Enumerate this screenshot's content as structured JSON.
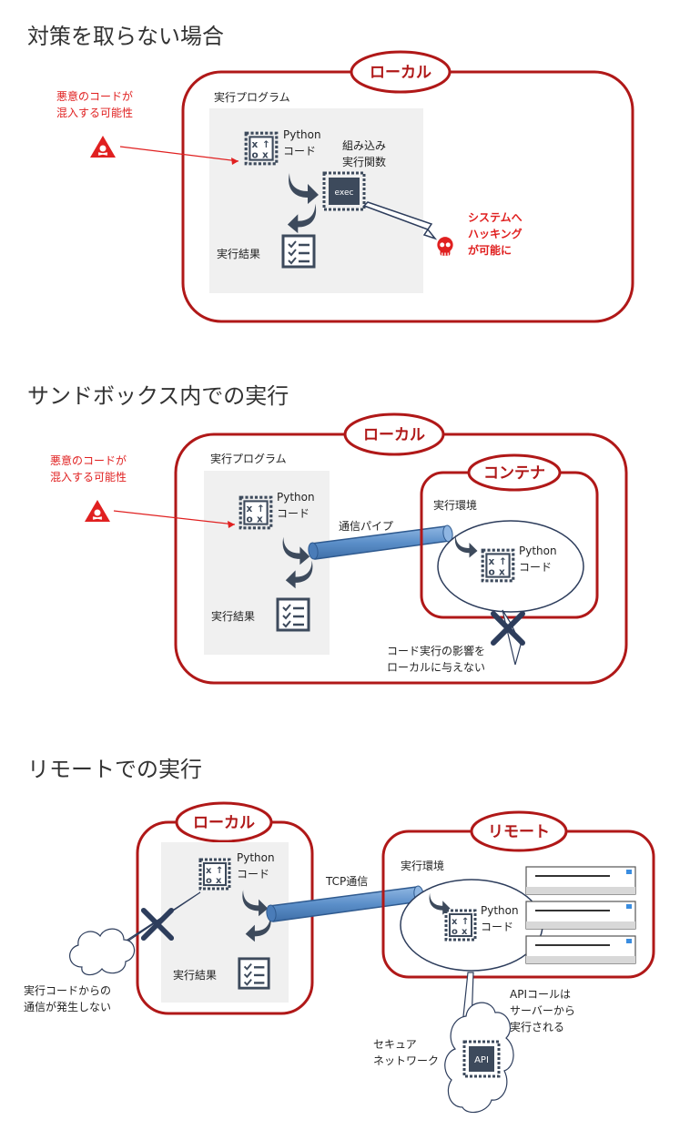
{
  "sections": [
    {
      "title": "対策を取らない場合",
      "local_label": "ローカル",
      "program_label": "実行プログラム",
      "malicious_note": [
        "悪意のコードが",
        "混入する可能性"
      ],
      "python_code": [
        "Python",
        "コード"
      ],
      "builtin": [
        "組み込み",
        "実行関数"
      ],
      "exec_label": "exec",
      "result_label": "実行結果",
      "hack_note": [
        "システムへ",
        "ハッキング",
        "が可能に"
      ]
    },
    {
      "title": "サンドボックス内での実行",
      "local_label": "ローカル",
      "program_label": "実行プログラム",
      "malicious_note": [
        "悪意のコードが",
        "混入する可能性"
      ],
      "python_code": [
        "Python",
        "コード"
      ],
      "pipe_label": "通信パイプ",
      "container_label": "コンテナ",
      "env_label": "実行環境",
      "container_code": [
        "Python",
        "コード"
      ],
      "result_label": "実行結果",
      "no_impact_note": [
        "コード実行の影響を",
        "ローカルに与えない"
      ]
    },
    {
      "title": "リモートでの実行",
      "local_label": "ローカル",
      "remote_label": "リモート",
      "python_code": [
        "Python",
        "コード"
      ],
      "tcp_label": "TCP通信",
      "env_label": "実行環境",
      "remote_code": [
        "Python",
        "コード"
      ],
      "result_label": "実行結果",
      "no_comm_note": [
        "実行コードからの",
        "通信が発生しない"
      ],
      "api_note": [
        "APIコールは",
        "サーバーから",
        "実行される"
      ],
      "secure_net": [
        "セキュア",
        "ネットワーク"
      ],
      "api_label": "API"
    }
  ],
  "colors": {
    "accent": "#b01818",
    "danger": "#e02020",
    "icon": "#3d4a5c",
    "pipe": "#5b8fc9"
  },
  "icons": [
    "warning-skull-icon",
    "python-code-icon",
    "exec-chip-icon",
    "checklist-icon",
    "skull-icon",
    "cross-mark-icon",
    "cloud-icon",
    "server-rack-icon",
    "api-chip-icon"
  ]
}
